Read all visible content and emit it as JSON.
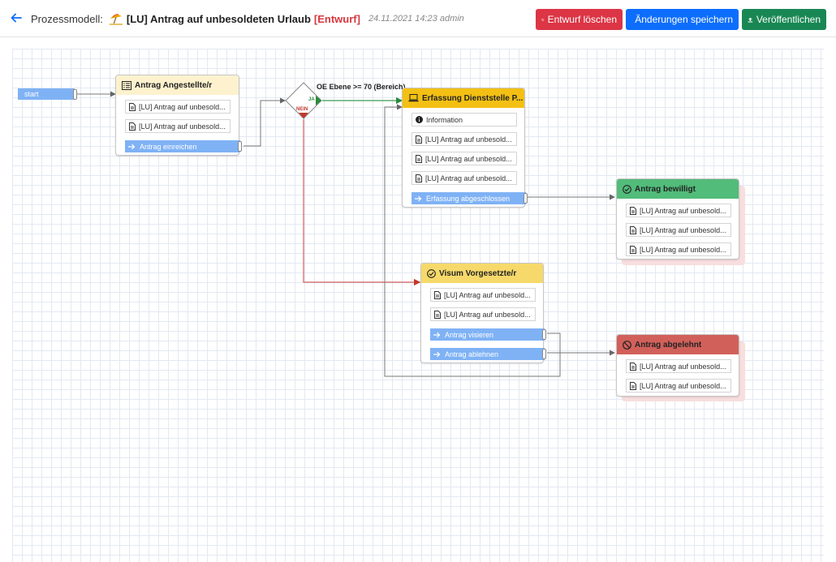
{
  "header": {
    "title_prefix": "Prozessmodell:",
    "title": "[LU] Antrag auf unbesoldeten Urlaub",
    "status": "[Entwurf]",
    "meta": "24.11.2021 14:23 admin",
    "buttons": {
      "delete": "Entwurf löschen",
      "save": "Änderungen speichern",
      "publish": "Veröffentlichen"
    }
  },
  "colors": {
    "danger": "#dc3545",
    "primary": "#0d6efd",
    "success": "#198754",
    "action": "#7fb2f5"
  },
  "diagram": {
    "start": "start",
    "gateway": {
      "condition": "OE Ebene >= 70 (Bereich)",
      "yes": "JA",
      "no": "NEIN"
    },
    "nodes": {
      "antrag_angestellte": {
        "title": "Antrag Angestellte/r",
        "icon": "list-form-icon",
        "items": [
          "[LU] Antrag auf unbesold...",
          "[LU] Antrag auf unbesold..."
        ],
        "actions": [
          "Antrag einreichen"
        ]
      },
      "erfassung": {
        "title": "Erfassung Dienststelle P...",
        "icon": "laptop-icon",
        "info": "Information",
        "items": [
          "[LU] Antrag auf unbesold...",
          "[LU] Antrag auf unbesold...",
          "[LU] Antrag auf unbesold..."
        ],
        "actions": [
          "Erfassung abgeschlossen"
        ]
      },
      "bewilligt": {
        "title": "Antrag bewilligt",
        "icon": "check-circle-icon",
        "items": [
          "[LU] Antrag auf unbesold...",
          "[LU] Antrag auf unbesold...",
          "[LU] Antrag auf unbesold..."
        ]
      },
      "visum": {
        "title": "Visum Vorgesetzte/r",
        "icon": "check-circle-icon",
        "items": [
          "[LU] Antrag auf unbesold...",
          "[LU] Antrag auf unbesold..."
        ],
        "actions": [
          "Antrag visieren",
          "Antrag ablehnen"
        ]
      },
      "abgelehnt": {
        "title": "Antrag abgelehnt",
        "icon": "ban-icon",
        "items": [
          "[LU] Antrag auf unbesold...",
          "[LU] Antrag auf unbesold..."
        ]
      }
    }
  }
}
